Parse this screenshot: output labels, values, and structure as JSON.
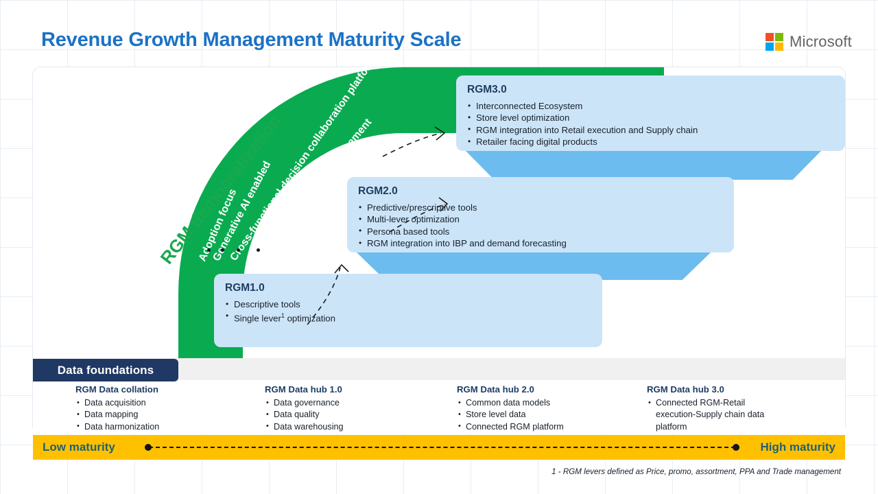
{
  "header": {
    "title": "Revenue Growth Management Maturity Scale",
    "logo_text": "Microsoft",
    "logo_colors": {
      "top_left": "#f25022",
      "top_right": "#7fba00",
      "bottom_left": "#00a4ef",
      "bottom_right": "#ffb900"
    },
    "title_color": "#1b72c6"
  },
  "arrow": {
    "color": "#0aab50",
    "outer_label": "RGM democratization",
    "outer_label_color": "#1aa84e",
    "inner_labels": [
      "Adoption focus",
      "Generative AI enabled",
      "Cross-functional decision collaboration platforms",
      "Upskilling and change management"
    ]
  },
  "stages": [
    {
      "id": "RGM1.0",
      "title": "RGM1.0",
      "bullets": [
        "Descriptive tools",
        "Single lever¹ optimization"
      ]
    },
    {
      "id": "RGM2.0",
      "title": "RGM2.0",
      "bullets": [
        "Predictive/prescriptive tools",
        "Multi-lever optimization",
        "Persona based tools",
        "RGM integration into IBP and demand forecasting"
      ]
    },
    {
      "id": "RGM3.0",
      "title": "RGM3.0",
      "bullets": [
        "Interconnected Ecosystem",
        "Store level optimization",
        "RGM integration into Retail execution and Supply chain",
        "Retailer facing digital products"
      ]
    }
  ],
  "stage_colors": {
    "body": "#cce4f7",
    "tail": "#6cbcf0",
    "title": "#1f3d63"
  },
  "foundations": {
    "band_label": "Data foundations",
    "band_color": "#1f3864",
    "columns": [
      {
        "title": "RGM Data collation",
        "items": [
          "Data acquisition",
          "Data mapping",
          "Data harmonization"
        ]
      },
      {
        "title": "RGM Data hub 1.0",
        "items": [
          "Data governance",
          "Data quality",
          "Data warehousing"
        ]
      },
      {
        "title": "RGM Data hub 2.0",
        "items": [
          "Common data models",
          "Store level data",
          "Connected RGM platform"
        ]
      },
      {
        "title": "RGM Data hub 3.0",
        "items": [
          "Connected RGM-Retail execution-Supply chain data platform"
        ]
      }
    ]
  },
  "maturity": {
    "low_label": "Low maturity",
    "high_label": "High maturity",
    "bar_color": "#ffc000",
    "text_color": "#1f6272"
  },
  "footnote": "1 - RGM levers defined as Price, promo,  assortment, PPA and Trade management"
}
